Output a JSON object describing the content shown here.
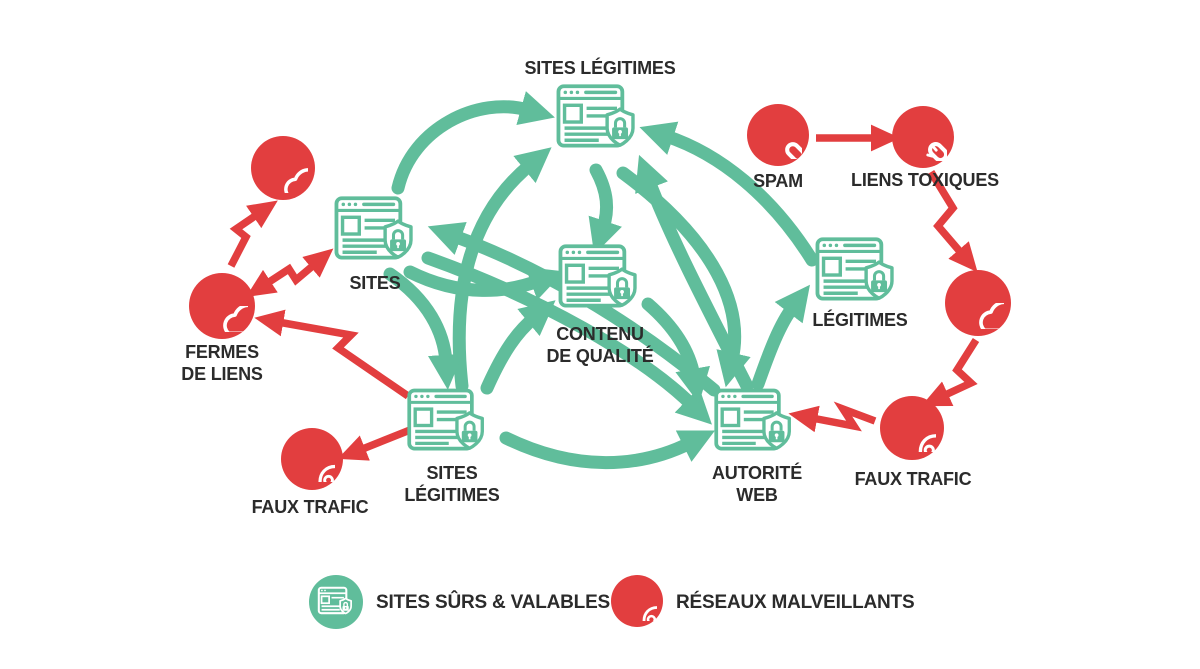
{
  "colors": {
    "safe_green": "#60BD9B",
    "malicious_red": "#E23E3F",
    "text": "#2B2B2B",
    "background": "#FFFFFF"
  },
  "nodes": {
    "sites_legitimes_top": {
      "label": "SITES LÉGITIMES",
      "type": "safe",
      "icon": "browser-shield-icon"
    },
    "sites": {
      "label": "SITES",
      "type": "safe",
      "icon": "browser-shield-icon"
    },
    "contenu_de_qualite": {
      "line1": "CONTENU",
      "line2": "DE QUALITÉ",
      "type": "safe",
      "icon": "browser-shield-icon"
    },
    "legitimes": {
      "label": "LÉGITIMES",
      "type": "safe",
      "icon": "browser-shield-icon"
    },
    "sites_legitimes_bottom": {
      "line1": "SITES",
      "line2": "LÉGITIMES",
      "type": "safe",
      "icon": "browser-shield-icon"
    },
    "autorite_web": {
      "line1": "AUTORITÉ",
      "line2": "WEB",
      "type": "safe",
      "icon": "browser-shield-icon"
    },
    "spam": {
      "label": "SPAM",
      "type": "malicious",
      "icon": "chain-link-icon"
    },
    "liens_toxiques": {
      "label": "LIENS TOXIQUES",
      "type": "malicious",
      "icon": "broken-chain-icon"
    },
    "fermes_de_liens": {
      "line1": "FERMES",
      "line2": "DE LIENS",
      "type": "malicious",
      "icon": "cloud-links-icon"
    },
    "cloud_link_top": {
      "label": "",
      "type": "malicious",
      "icon": "cloud-link-icon"
    },
    "cloud_links_right": {
      "label": "",
      "type": "malicious",
      "icon": "cloud-links-icon"
    },
    "faux_trafic_left": {
      "label": "FAUX TRAFIC",
      "type": "malicious",
      "icon": "skull-icon"
    },
    "faux_trafic_right": {
      "label": "FAUX TRAFIC",
      "type": "malicious",
      "icon": "skull-icon"
    }
  },
  "edges": [
    {
      "from": "sites",
      "to": "sites_legitimes_top",
      "type": "safe"
    },
    {
      "from": "sites_legitimes_bottom",
      "to": "sites_legitimes_top",
      "type": "safe"
    },
    {
      "from": "sites",
      "to": "contenu_de_qualite",
      "type": "safe"
    },
    {
      "from": "autorite_web",
      "to": "sites",
      "type": "safe"
    },
    {
      "from": "sites",
      "to": "autorite_web",
      "type": "safe"
    },
    {
      "from": "sites_legitimes_top",
      "to": "contenu_de_qualite",
      "type": "safe"
    },
    {
      "from": "sites_legitimes_bottom",
      "to": "contenu_de_qualite",
      "type": "safe"
    },
    {
      "from": "sites",
      "to": "sites_legitimes_bottom",
      "type": "safe"
    },
    {
      "from": "sites_legitimes_bottom",
      "to": "autorite_web",
      "type": "safe"
    },
    {
      "from": "contenu_de_qualite",
      "to": "autorite_web",
      "type": "safe"
    },
    {
      "from": "sites_legitimes_top",
      "to": "autorite_web",
      "type": "safe"
    },
    {
      "from": "autorite_web",
      "to": "sites_legitimes_top",
      "type": "safe"
    },
    {
      "from": "autorite_web",
      "to": "legitimes",
      "type": "safe"
    },
    {
      "from": "legitimes",
      "to": "sites_legitimes_top",
      "type": "safe"
    },
    {
      "from": "spam",
      "to": "liens_toxiques",
      "type": "malicious"
    },
    {
      "from": "liens_toxiques",
      "to": "cloud_links_right",
      "type": "malicious"
    },
    {
      "from": "cloud_links_right",
      "to": "faux_trafic_right",
      "type": "malicious"
    },
    {
      "from": "faux_trafic_right",
      "to": "autorite_web",
      "type": "malicious"
    },
    {
      "from": "sites_legitimes_bottom",
      "to": "faux_trafic_left",
      "type": "malicious"
    },
    {
      "from": "sites_legitimes_bottom",
      "to": "fermes_de_liens",
      "type": "malicious"
    },
    {
      "from": "fermes_de_liens",
      "to": "sites",
      "type": "malicious",
      "bidirectional": true
    },
    {
      "from": "fermes_de_liens",
      "to": "cloud_link_top",
      "type": "malicious"
    }
  ],
  "legend": {
    "safe": {
      "label": "SITES SÛRS & VALABLES",
      "icon": "browser-shield-icon"
    },
    "malicious": {
      "label": "RÉSEAUX MALVEILLANTS",
      "icon": "skull-icon"
    }
  }
}
